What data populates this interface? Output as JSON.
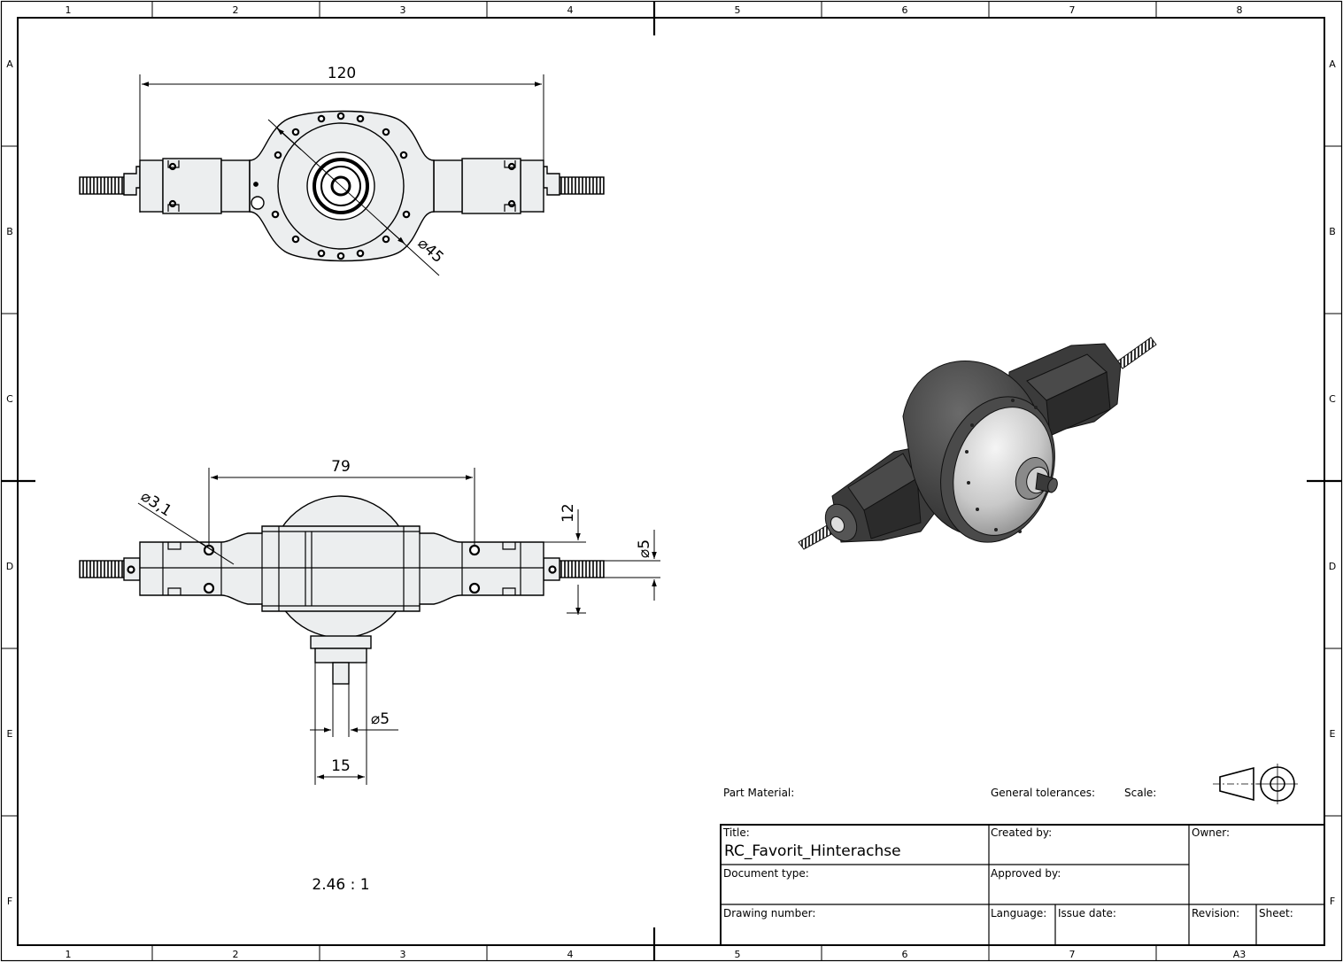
{
  "zones": {
    "columns": [
      "1",
      "2",
      "3",
      "4",
      "5",
      "6",
      "7",
      "8"
    ],
    "rows": [
      "A",
      "B",
      "C",
      "D",
      "E",
      "F"
    ]
  },
  "sheet_size": "A3",
  "views": {
    "top": {
      "dim_width": "120",
      "dim_diameter": "⌀45"
    },
    "front": {
      "dim_width": "79",
      "dim_hole": "⌀3,1",
      "dim_offset": "12",
      "dim_shaft_right": "⌀5",
      "dim_shaft_bottom": "⌀5",
      "dim_flange": "15",
      "scale_text": "2.46  :  1"
    }
  },
  "title_block": {
    "part_material": "Part Material:",
    "general_tolerances": "General tolerances:",
    "scale": "Scale:",
    "title_label": "Title:",
    "title_value": "RC_Favorit_Hinterachse",
    "created_by": "Created by:",
    "owner": "Owner:",
    "document_type": "Document type:",
    "approved_by": "Approved by:",
    "drawing_number": "Drawing number:",
    "language": "Language:",
    "issue_date": "Issue date:",
    "revision": "Revision:",
    "sheet": "Sheet:"
  },
  "colors": {
    "line": "#000000",
    "part_fill": "#eceeef",
    "render_dark": "#3c3c3c",
    "render_light": "#d4d4d4"
  }
}
